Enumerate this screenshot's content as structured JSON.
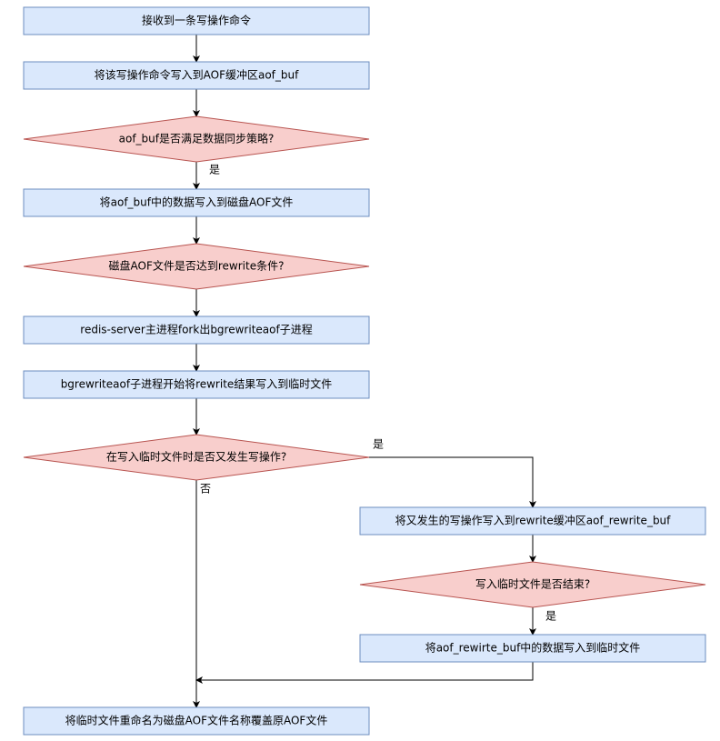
{
  "colors": {
    "process_fill": "#dae8fc",
    "process_stroke": "#6c8ebf",
    "decision_fill": "#f8cecc",
    "decision_stroke": "#b85450",
    "edge": "#000000"
  },
  "nodes": {
    "receive_cmd": "接收到一条写操作命令",
    "write_aof_buf": "将该写操作命令写入到AOF缓冲区aof_buf",
    "sync_policy": "aof_buf是否满足数据同步策略?",
    "write_disk": "将aof_buf中的数据写入到磁盘AOF文件",
    "rewrite_cond": "磁盘AOF文件是否达到rewrite条件?",
    "fork": "redis-server主进程fork出bgrewriteaof子进程",
    "bg_write_temp": "bgrewriteaof子进程开始将rewrite结果写入到临时文件",
    "new_write_op": "在写入临时文件时是否又发生写操作?",
    "write_rewrite_buf": "将又发生的写操作写入到rewrite缓冲区aof_rewrite_buf",
    "temp_done": "写入临时文件是否结束?",
    "flush_rewrite_buf": "将aof_rewirte_buf中的数据写入到临时文件",
    "rename": "将临时文件重命名为磁盘AOF文件名称覆盖原AOF文件"
  },
  "edge_labels": {
    "sync_yes": "是",
    "new_write_yes": "是",
    "new_write_no": "否",
    "temp_done_yes": "是"
  }
}
